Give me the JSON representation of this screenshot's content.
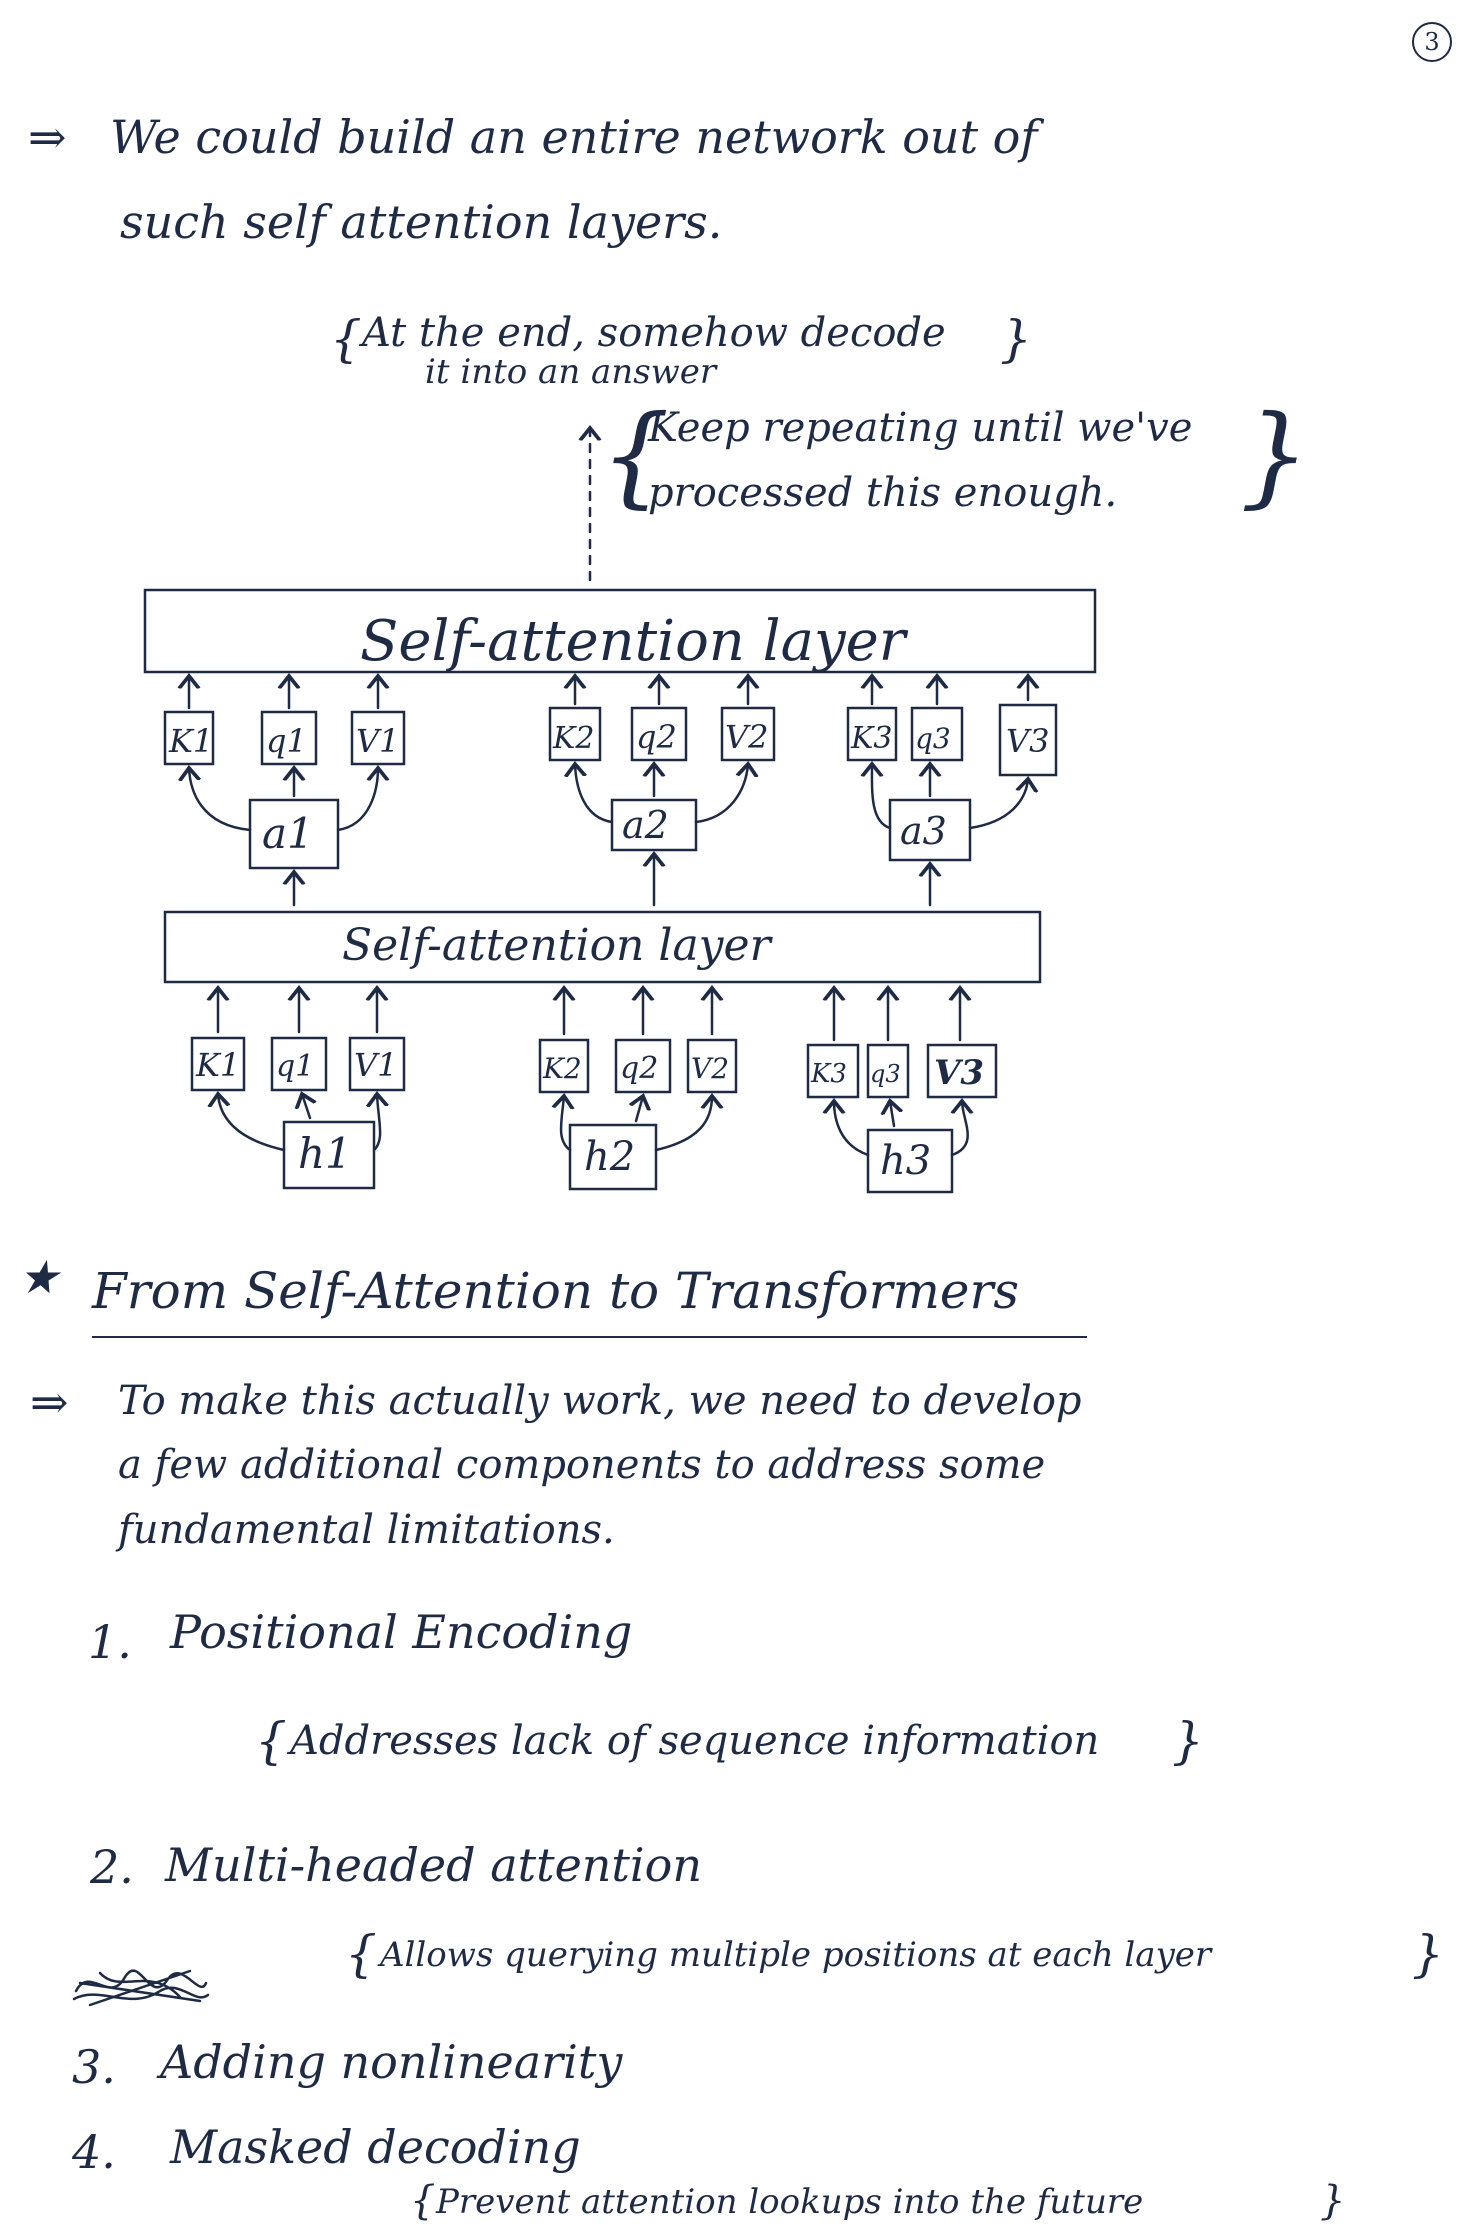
{
  "page_number": "3",
  "intro": {
    "arrow": "⇒",
    "line1": "We could build an entire network out of",
    "line2": "such self attention layers."
  },
  "notes": {
    "decode_line1": "At the end, somehow decode",
    "decode_line2": "it into an answer",
    "repeat_line1": "Keep repeating until we've",
    "repeat_line2": "processed this enough."
  },
  "diagram": {
    "top_layer": "Self-attention layer",
    "bottom_layer": "Self-attention layer",
    "groups_top": [
      {
        "k": "K1",
        "q": "q1",
        "v": "V1",
        "a": "a1"
      },
      {
        "k": "K2",
        "q": "q2",
        "v": "V2",
        "a": "a2"
      },
      {
        "k": "K3",
        "q": "q3",
        "v": "V3",
        "a": "a3"
      }
    ],
    "groups_bottom": [
      {
        "k": "K1",
        "q": "q1",
        "v": "V1",
        "h": "h1"
      },
      {
        "k": "K2",
        "q": "q2",
        "v": "V2",
        "h": "h2"
      },
      {
        "k": "K3",
        "q": "q3",
        "v": "V3",
        "h": "h3"
      }
    ]
  },
  "section": {
    "star": "★",
    "title": "From Self-Attention to Transformers"
  },
  "section_intro": {
    "arrow": "⇒",
    "line1": "To make this actually work, we need to develop",
    "line2": "a few additional components to address some",
    "line3": "fundamental limitations."
  },
  "list": [
    {
      "num": "1.",
      "label": "Positional Encoding",
      "note": "Addresses lack of sequence information"
    },
    {
      "num": "2.",
      "label": "Multi-headed attention",
      "note": "Allows querying multiple positions at each layer"
    },
    {
      "num": "3.",
      "label": "Adding nonlinearity",
      "note": ""
    },
    {
      "num": "4.",
      "label": "Masked decoding",
      "note": "Prevent attention lookups into the future"
    }
  ]
}
